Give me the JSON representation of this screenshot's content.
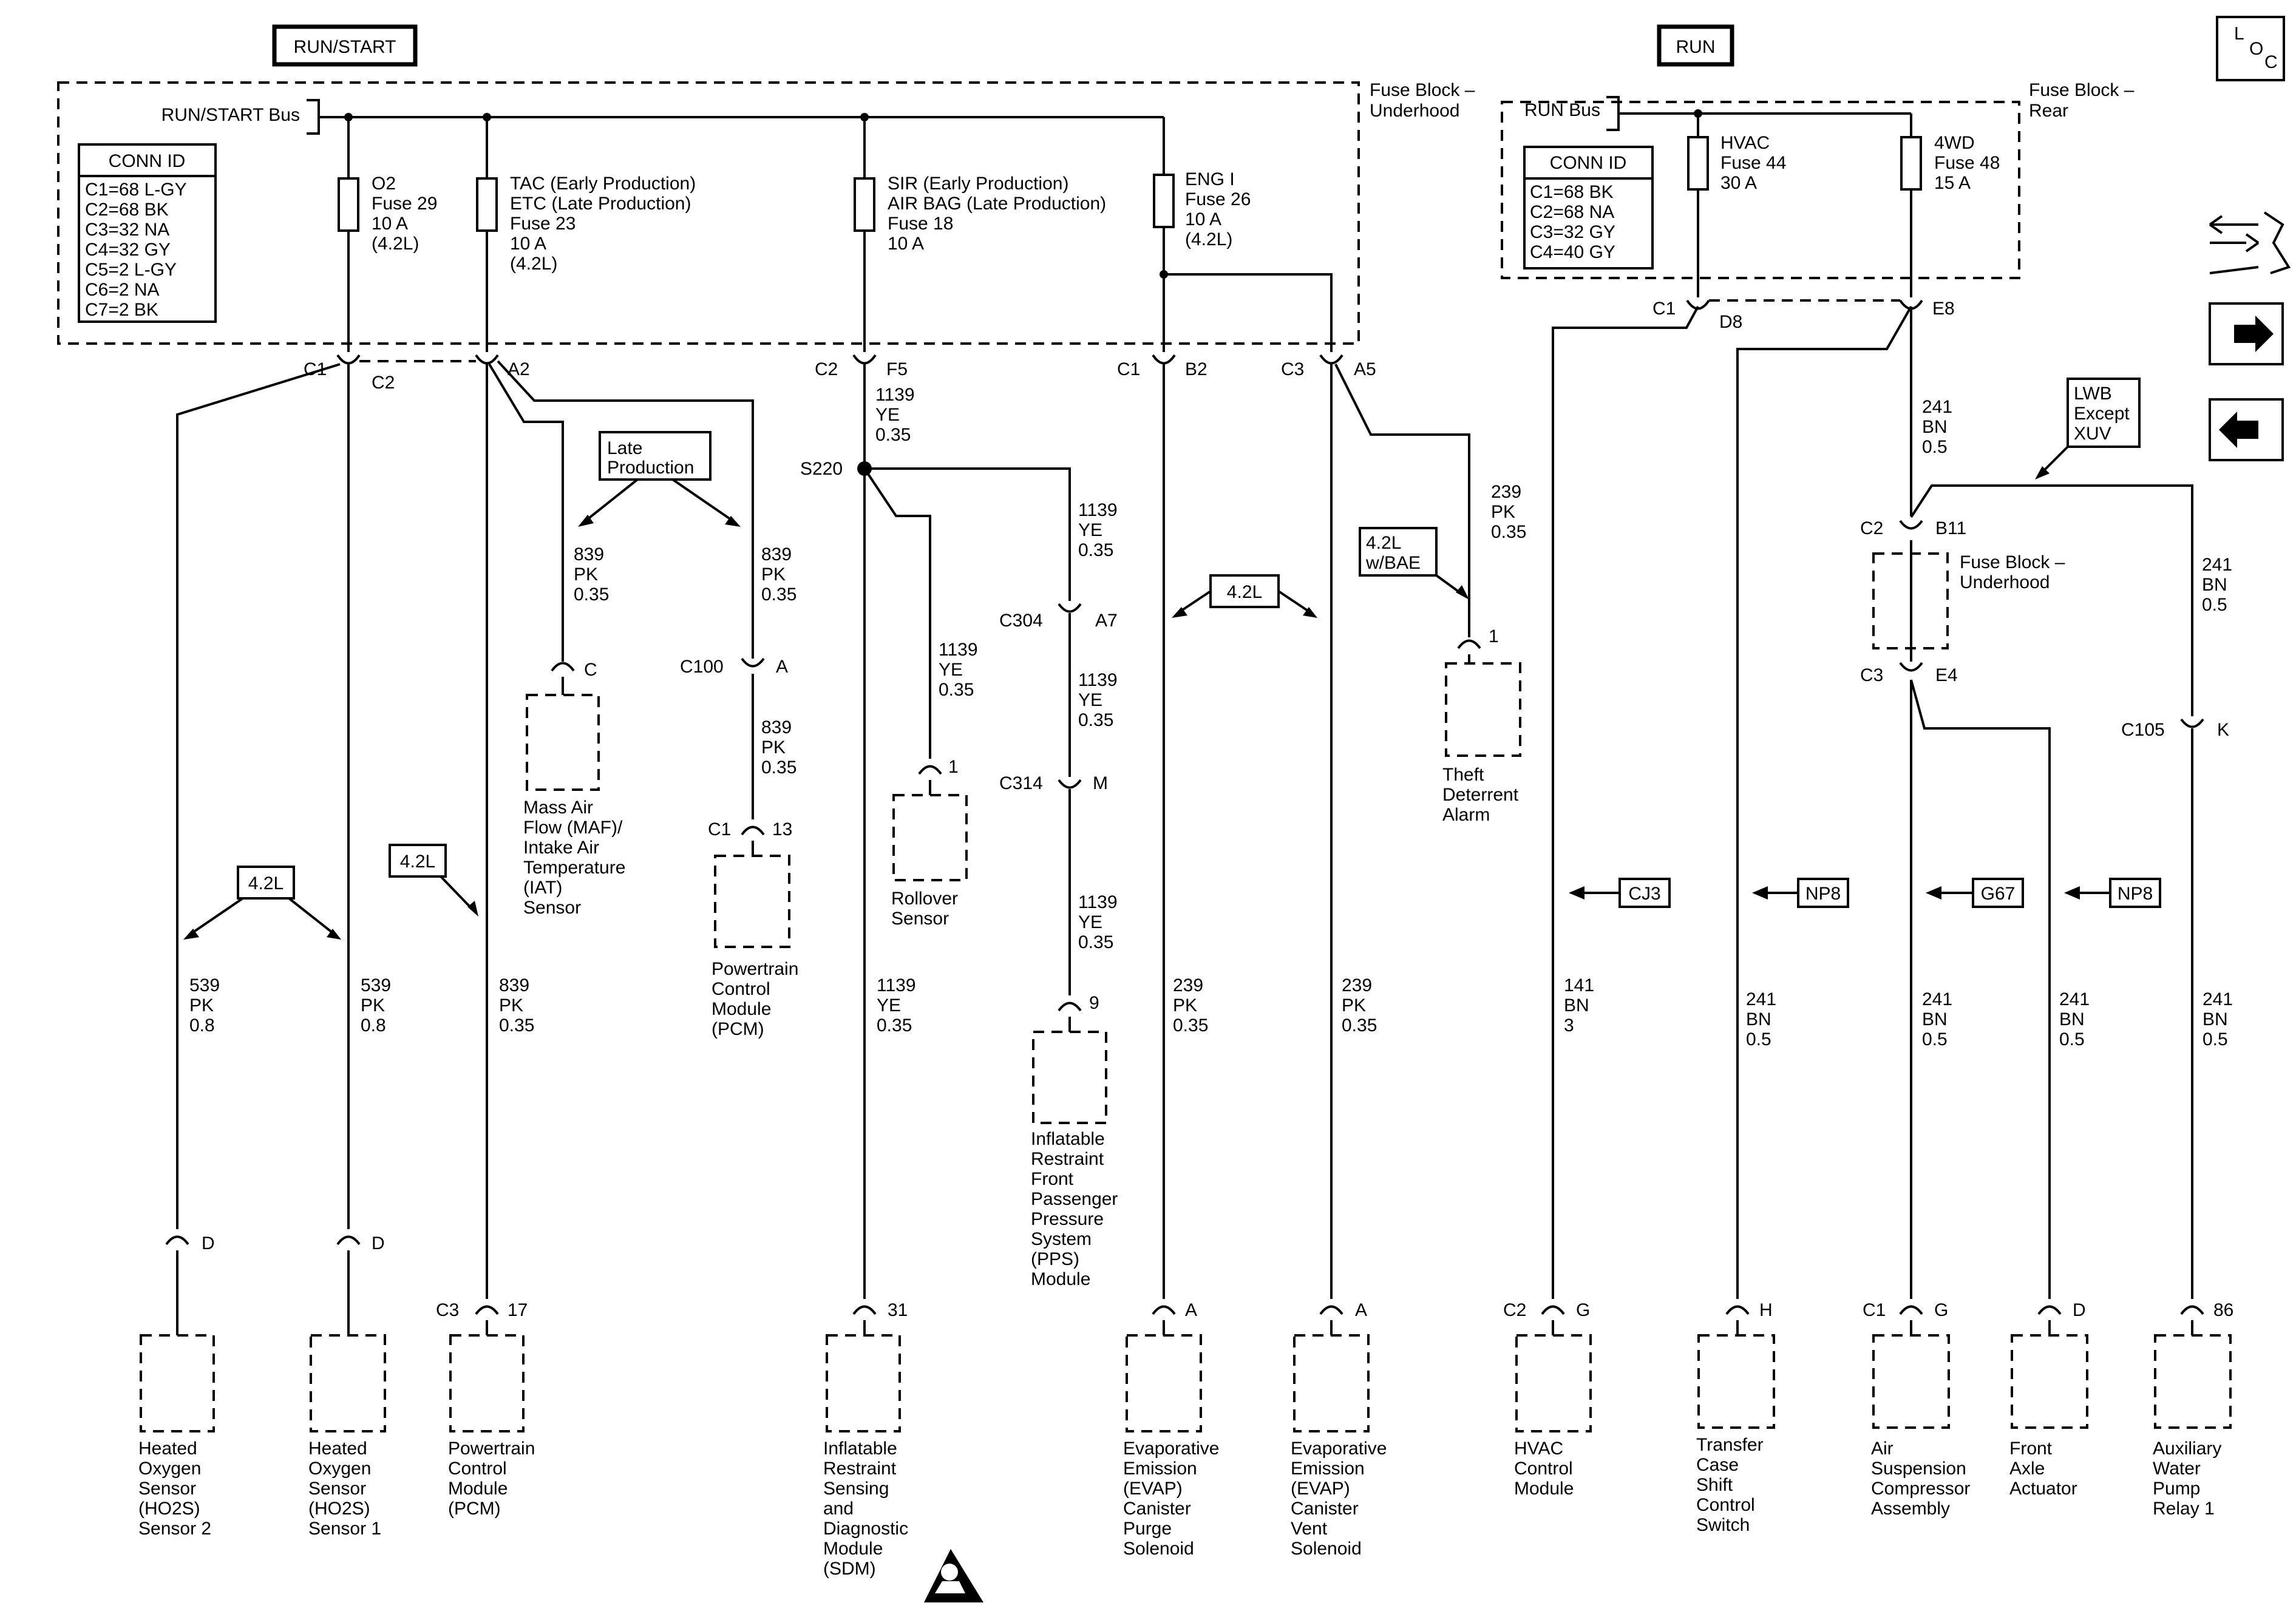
{
  "headers": {
    "run_start": "RUN/START",
    "run": "RUN",
    "loc": [
      "L",
      "O",
      "C"
    ]
  },
  "buses": {
    "run_start_bus": "RUN/START Bus",
    "run_bus": "RUN Bus",
    "fuse_block_underhood": [
      "Fuse Block –",
      "Underhood"
    ],
    "fuse_block_rear": [
      "Fuse Block –",
      "Rear"
    ]
  },
  "conn_left": {
    "title": "CONN ID",
    "rows": [
      "C1=68 L-GY",
      "C2=68 BK",
      "C3=32 NA",
      "C4=32 GY",
      "C5=2 L-GY",
      "C6=2 NA",
      "C7=2 BK"
    ]
  },
  "conn_right": {
    "title": "CONN ID",
    "rows": [
      "C1=68 BK",
      "C2=68 NA",
      "C3=32 GY",
      "C4=40 GY"
    ]
  },
  "fuses": {
    "o2": [
      "O2",
      "Fuse 29",
      "10 A",
      "(4.2L)"
    ],
    "tac": [
      "TAC (Early Production)",
      "ETC (Late Production)",
      "Fuse 23",
      "10 A",
      "(4.2L)"
    ],
    "sir": [
      "SIR (Early Production)",
      "AIR BAG (Late Production)",
      "Fuse 18",
      "10 A"
    ],
    "eng": [
      "ENG I",
      "Fuse 26",
      "10 A",
      "(4.2L)"
    ],
    "hvac": [
      "HVAC",
      "Fuse 44",
      "30 A"
    ],
    "fwd": [
      "4WD",
      "Fuse 48",
      "15 A"
    ]
  },
  "connector_labels": {
    "c1": "C1",
    "c2": "C2",
    "a2": "A2",
    "c2b": "C2",
    "f5": "F5",
    "c1b": "C1",
    "b2": "B2",
    "c3": "C3",
    "a5": "A5",
    "c1d": "C1",
    "d8": "D8",
    "e8": "E8",
    "s220": "S220",
    "c304": "C304",
    "a7": "A7",
    "c314": "C314",
    "m": "M",
    "c100": "C100",
    "a": "A",
    "c1p": "C1",
    "n13": "13",
    "c2r": "C2",
    "b11": "B11",
    "c3r": "C3",
    "e4": "E4",
    "c105": "C105",
    "k": "K",
    "fbu": [
      "Fuse Block –",
      "Underhood"
    ]
  },
  "wires": {
    "w539a": [
      "539",
      "PK",
      "0.8"
    ],
    "w539b": [
      "539",
      "PK",
      "0.8"
    ],
    "w839a": [
      "839",
      "PK",
      "0.35"
    ],
    "w839b": [
      "839",
      "PK",
      "0.35"
    ],
    "w839c": [
      "839",
      "PK",
      "0.35"
    ],
    "w839d": [
      "839",
      "PK",
      "0.35"
    ],
    "w1139a": [
      "1139",
      "YE",
      "0.35"
    ],
    "w1139b": [
      "1139",
      "YE",
      "0.35"
    ],
    "w1139c": [
      "1139",
      "YE",
      "0.35"
    ],
    "w1139d": [
      "1139",
      "YE",
      "0.35"
    ],
    "w1139e": [
      "1139",
      "YE",
      "0.35"
    ],
    "w1139f": [
      "1139",
      "YE",
      "0.35"
    ],
    "w239a": [
      "239",
      "PK",
      "0.35"
    ],
    "w239b": [
      "239",
      "PK",
      "0.35"
    ],
    "w239c": [
      "239",
      "PK",
      "0.35"
    ],
    "w141": [
      "141",
      "BN",
      "3"
    ],
    "w241a": [
      "241",
      "BN",
      "0.5"
    ],
    "w241b": [
      "241",
      "BN",
      "0.5"
    ],
    "w241c": [
      "241",
      "BN",
      "0.5"
    ],
    "w241d": [
      "241",
      "BN",
      "0.5"
    ],
    "w241e": [
      "241",
      "BN",
      "0.5"
    ],
    "w241f": [
      "241",
      "BN",
      "0.5"
    ]
  },
  "options": {
    "l42a": "4.2L",
    "l42b": "4.2L",
    "l42c": "4.2L",
    "late": [
      "Late",
      "Production"
    ],
    "bae": [
      "4.2L",
      "w/BAE"
    ],
    "lwb": [
      "LWB",
      "Except",
      "XUV"
    ],
    "cj3": "CJ3",
    "np8a": "NP8",
    "g67": "G67",
    "np8b": "NP8"
  },
  "components": {
    "maf": {
      "pin": "C",
      "label": [
        "Mass Air",
        "Flow (MAF)/",
        "Intake Air",
        "Temperature",
        "(IAT)",
        "Sensor"
      ]
    },
    "pcm_top": {
      "label": [
        "Powertrain",
        "Control",
        "Module",
        "(PCM)"
      ]
    },
    "rollover": {
      "pin": "1",
      "label": [
        "Rollover",
        "Sensor"
      ]
    },
    "theft": {
      "pin": "1",
      "label": [
        "Theft",
        "Deterrent",
        "Alarm"
      ]
    },
    "pps": {
      "pin": "9",
      "label": [
        "Inflatable",
        "Restraint",
        "Front",
        "Passenger",
        "Pressure",
        "System",
        "(PPS)",
        "Module"
      ]
    },
    "ho2s2": {
      "pin": "D",
      "label": [
        "Heated",
        "Oxygen",
        "Sensor",
        "(HO2S)",
        "Sensor 2"
      ]
    },
    "ho2s1": {
      "pin": "D",
      "label": [
        "Heated",
        "Oxygen",
        "Sensor",
        "(HO2S)",
        "Sensor 1"
      ]
    },
    "pcm_bottom": {
      "conn": "C3",
      "pin": "17",
      "label": [
        "Powertrain",
        "Control",
        "Module",
        "(PCM)"
      ]
    },
    "sdm": {
      "pin": "31",
      "label": [
        "Inflatable",
        "Restraint",
        "Sensing",
        "and",
        "Diagnostic",
        "Module",
        "(SDM)"
      ]
    },
    "evap_purge": {
      "pin": "A",
      "label": [
        "Evaporative",
        "Emission",
        "(EVAP)",
        "Canister",
        "Purge",
        "Solenoid"
      ]
    },
    "evap_vent": {
      "pin": "A",
      "label": [
        "Evaporative",
        "Emission",
        "(EVAP)",
        "Canister",
        "Vent",
        "Solenoid"
      ]
    },
    "hvac_mod": {
      "conn": "C2",
      "pin": "G",
      "label": [
        "HVAC",
        "Control",
        "Module"
      ]
    },
    "transfer": {
      "pin": "H",
      "label": [
        "Transfer",
        "Case",
        "Shift",
        "Control",
        "Switch"
      ]
    },
    "air_susp": {
      "conn": "C1",
      "pin": "G",
      "label": [
        "Air",
        "Suspension",
        "Compressor",
        "Assembly"
      ]
    },
    "front_axle": {
      "pin": "D",
      "label": [
        "Front",
        "Axle",
        "Actuator"
      ]
    },
    "aux_pump": {
      "pin": "86",
      "label": [
        "Auxiliary",
        "Water",
        "Pump",
        "Relay 1"
      ]
    }
  }
}
